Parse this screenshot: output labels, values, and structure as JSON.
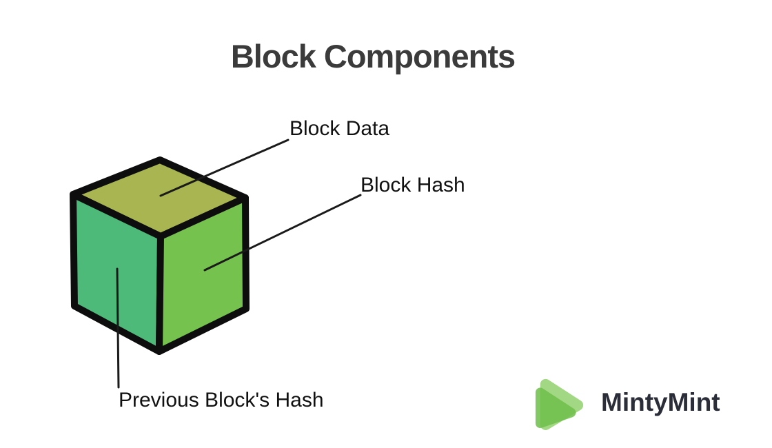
{
  "title": "Block Components",
  "diagram": {
    "type": "labeled-cube",
    "subject": "blockchain block",
    "annotations": [
      {
        "label": "Block Data",
        "target": "top-face"
      },
      {
        "label": "Block Hash",
        "target": "right-face"
      },
      {
        "label": "Previous Block's Hash",
        "target": "left-face"
      }
    ]
  },
  "logo": {
    "brand": "MintyMint",
    "icon": "play-triangle-icon"
  },
  "colors": {
    "background": "#ffffff",
    "top_face": "#a9b551",
    "left_face": "#4eba7a",
    "right_face": "#76c24f",
    "outline": "#0d0d0d",
    "leader_line": "#1a1a1a",
    "title_text": "#3b3b3b",
    "label_text": "#111111",
    "logo_text": "#2b2e38",
    "logo_light_green": "#a2d783",
    "logo_dark_green": "#6fbf4b"
  }
}
